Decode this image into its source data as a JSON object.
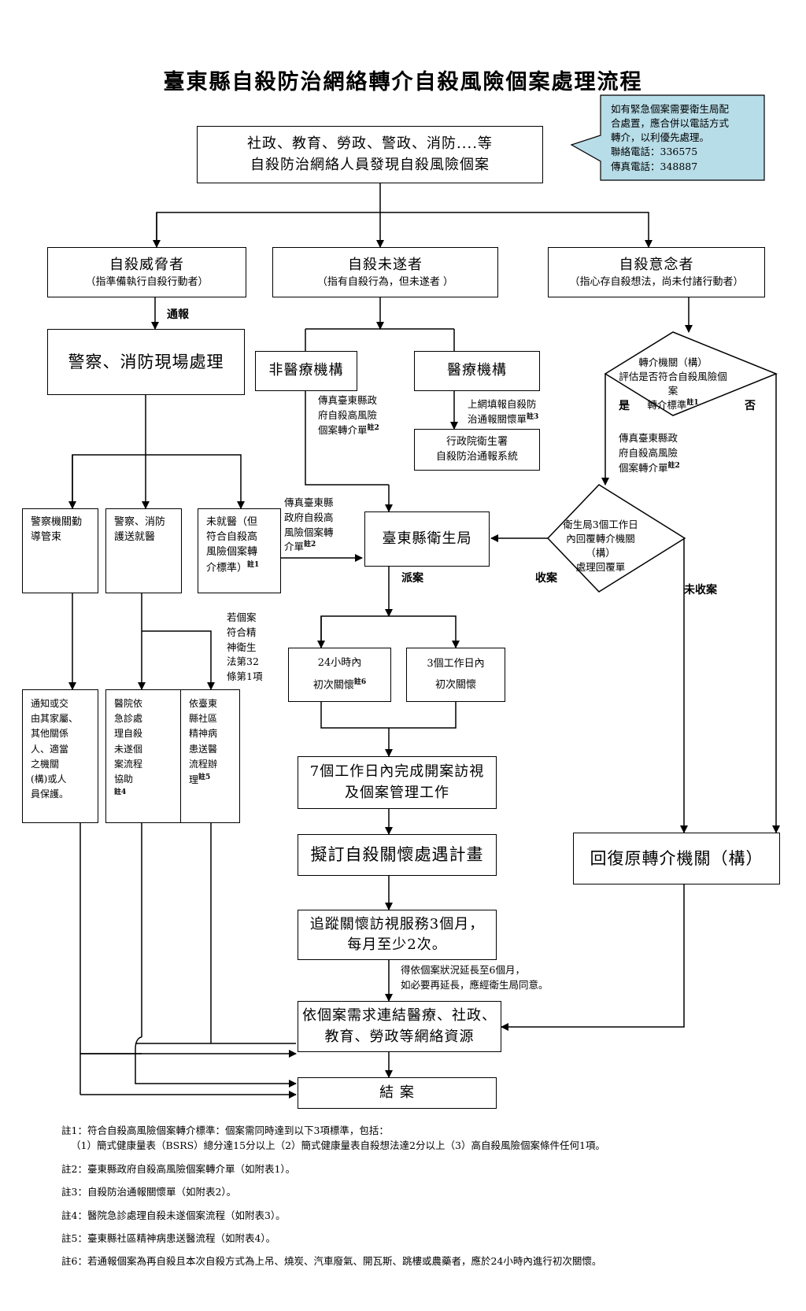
{
  "title": "臺東縣自殺防治網絡轉介自殺風險個案處理流程",
  "callout": {
    "lines": [
      "如有緊急個案需要衛生局配",
      "合處置，應合併以電話方式",
      "轉介，以利優先處理。",
      "聯絡電話：336575",
      "傳真電話：348887"
    ],
    "fill": "#b7dde8"
  },
  "start": {
    "line1": "社政、教育、勞政、警政、消防....等",
    "line2": "自殺防治網絡人員發現自殺風險個案"
  },
  "threat": {
    "title": "自殺威脅者",
    "sub": "（指準備執行自殺行動者）"
  },
  "attempt": {
    "title": "自殺未遂者",
    "sub": "（指有自殺行為，但未遂者 ）"
  },
  "ideation": {
    "title": "自殺意念者",
    "sub": "（指心存自殺想法，尚未付諸行動者）"
  },
  "notify_label": "通報",
  "police_fire": "警察、消防現場處理",
  "non_medical": "非醫療機構",
  "medical": "醫療機構",
  "fax_hospital": {
    "lines": [
      "傳真臺東縣政",
      "府自殺高風險",
      "個案轉介單"
    ],
    "note": "註2"
  },
  "online": {
    "line1": "上網填報自殺防",
    "line2": "治通報關懷單",
    "note": "註3"
  },
  "moh_system": {
    "line1": "行政院衛生署",
    "line2": "自殺防治通報系統"
  },
  "assess": {
    "line1": "轉介機關（構）",
    "line2": "評估是否符合自殺風險個案",
    "line3": "轉介標準",
    "note": "註1"
  },
  "yes": "是",
  "no": "否",
  "fax_ideation": {
    "lines": [
      "傳真臺東縣政",
      "府自殺高風險",
      "個案轉介單"
    ],
    "note": "註2"
  },
  "police_guard": "警察機關勤導管束",
  "police_escort": {
    "line1": "警察、消防",
    "line2": "護送就醫"
  },
  "not_hospital": {
    "lines": [
      "未就醫（但",
      "符合自殺高",
      "風險個案轉",
      "介標準）"
    ],
    "note": "註1"
  },
  "fax_health": {
    "lines": [
      "傳真臺東縣",
      "政府自殺高",
      "風險個案轉",
      "介單"
    ],
    "note": "註2"
  },
  "health_bureau": "臺東縣衛生局",
  "reply": {
    "line1": "衛生局3個工作日",
    "line2": "內回覆轉介機關（構）",
    "line3": "處理回覆單"
  },
  "dispatch": "派案",
  "accept": "收案",
  "not_accept": "未收案",
  "mental_law": {
    "lines": [
      "若個案",
      "符合精",
      "神衛生",
      "法第32",
      "條第1項"
    ]
  },
  "first_24": {
    "line1": "24小時內",
    "line2": "初次關懷",
    "note": "註6"
  },
  "first_3d": {
    "line1": "3個工作日內",
    "line2": "初次關懷"
  },
  "notify_family": {
    "lines": [
      "通知或交",
      "由其家屬、",
      "其他關係",
      "人、適當",
      "之機關",
      "(構)或人",
      "員保護。"
    ]
  },
  "er": {
    "lines": [
      "醫院依",
      "急診處",
      "理自殺",
      "未遂個",
      "案流程",
      "協助"
    ],
    "note": "註4"
  },
  "psych": {
    "lines": [
      "依臺東",
      "縣社區",
      "精神病",
      "患送醫",
      "流程辦",
      "理"
    ],
    "note": "註5"
  },
  "visit7": {
    "line1": "7個工作日內完成開案訪視",
    "line2": "及個案管理工作"
  },
  "plan": "擬訂自殺關懷處遇計畫",
  "return_agency": "回復原轉介機關（構）",
  "track": {
    "line1": "追蹤關懷訪視服務3個月，",
    "line2": "每月至少2次。"
  },
  "extend": {
    "line1": "得依個案狀況延長至6個月，",
    "line2": "如必要再延長，應經衛生局同意。"
  },
  "resources": {
    "line1": "依個案需求連結醫療、社政、",
    "line2": "教育、勞政等網絡資源"
  },
  "close": "結 案",
  "notes": {
    "n1_a": "註1：符合自殺高風險個案轉介標準：個案需同時達到以下3項標準，包括：",
    "n1_b": "（1）簡式健康量表（BSRS）總分達15分以上（2）簡式健康量表自殺想法達2分以上（3）高自殺風險個案條件任何1項。",
    "n2": "註2：臺東縣政府自殺高風險個案轉介單（如附表1）。",
    "n3": "註3：自殺防治通報關懷單（如附表2）。",
    "n4": "註4：醫院急診處理自殺未遂個案流程（如附表3）。",
    "n5": "註5：臺東縣社區精神病患送醫流程（如附表4）。",
    "n6": "註6：若通報個案為再自殺且本次自殺方式為上吊、燒炭、汽車廢氣、開瓦斯、跳樓或農藥者，應於24小時內進行初次關懷。"
  }
}
